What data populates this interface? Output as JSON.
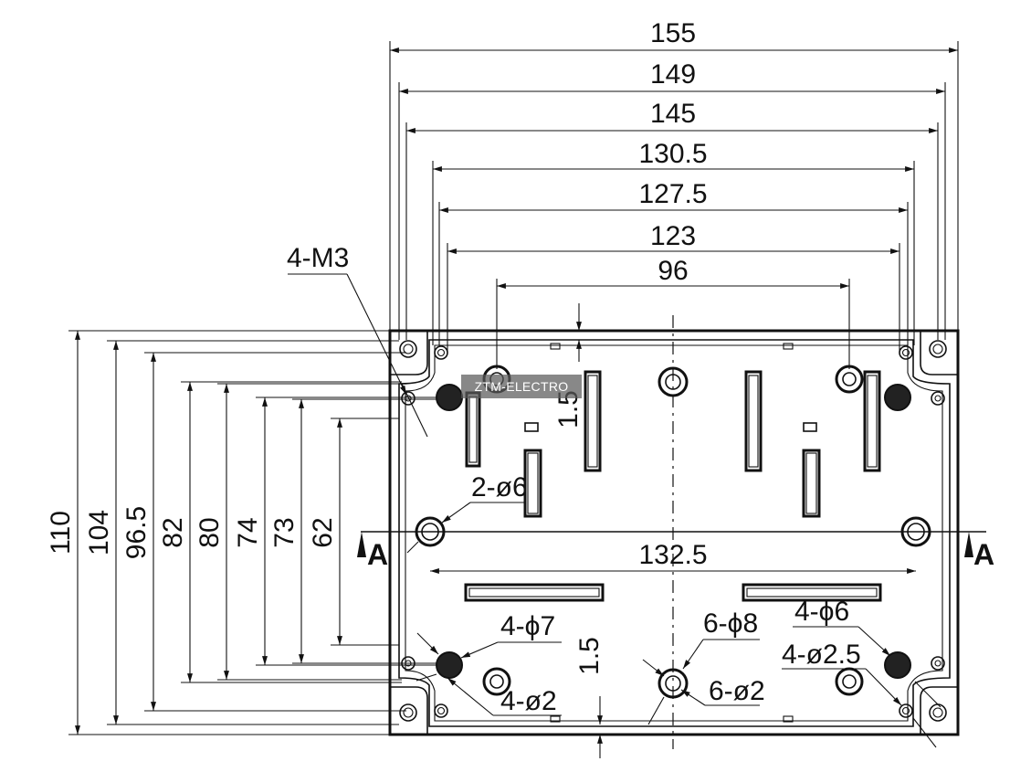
{
  "horizontal_dims": [
    "155",
    "149",
    "145",
    "130.5",
    "127.5",
    "123",
    "96"
  ],
  "vertical_dims": [
    "110",
    "104",
    "96.5",
    "82",
    "80",
    "74",
    "73",
    "62"
  ],
  "inner_width_dim": "132.5",
  "callouts": {
    "m3": "4-M3",
    "d6_2": "2-ø6",
    "d7": "4-ϕ7",
    "d2_4": "4-ø2",
    "d8": "6-ϕ8",
    "d2_6": "6-ø2",
    "d6_4": "4-ϕ6",
    "d25": "4-ø2.5",
    "offset_top": "1.5",
    "offset_bottom": "1.5"
  },
  "section": {
    "left": "A",
    "right": "A"
  },
  "watermark": "ZTM-ELECTRO",
  "colors": {
    "line": "#111111",
    "background": "#ffffff",
    "watermark_bg": "#5a5a5a"
  }
}
